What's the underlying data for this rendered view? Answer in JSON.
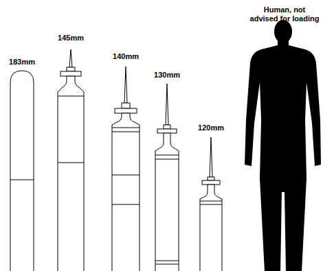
{
  "diagram": {
    "labels": [
      "183mm",
      "145mm",
      "140mm",
      "130mm",
      "120mm",
      "Human, not advised for loading"
    ]
  }
}
